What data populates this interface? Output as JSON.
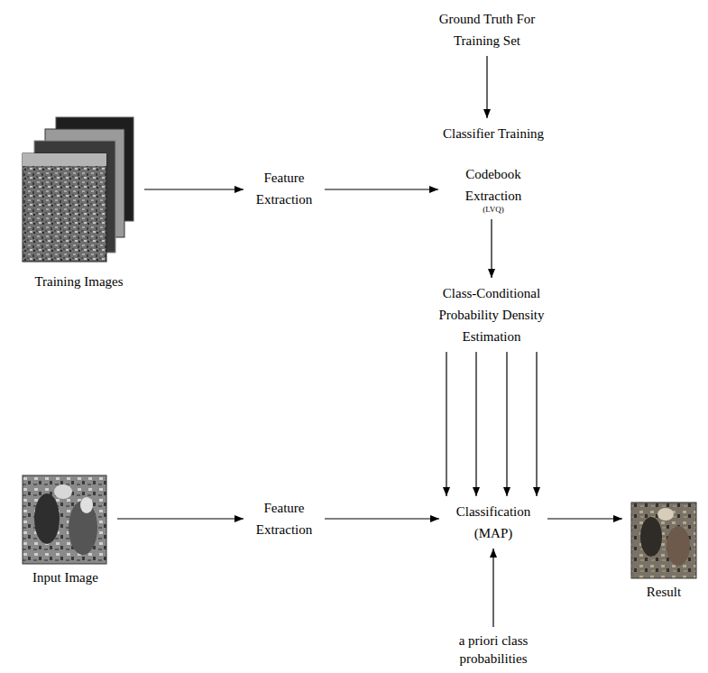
{
  "diagram": {
    "nodes": [
      {
        "text": [
          "Ground Truth For Training Set"
        ]
      },
      {
        "text": [
          "Classifier Training",
          "Codebook Extraction",
          "(LVQ)"
        ]
      },
      {
        "text": [
          "Training Images"
        ]
      },
      {
        "text": [
          "Feature Extraction"
        ]
      },
      {
        "text": [
          "Class-Conditional Probability Density Estimation"
        ]
      },
      {
        "text": [
          "Input Image"
        ]
      },
      {
        "text": [
          "Feature Extraction"
        ]
      },
      {
        "text": [
          "Classification (MAP)"
        ]
      },
      {
        "text": [
          "Result"
        ]
      },
      {
        "text": [
          "a priori class probabilities"
        ]
      }
    ],
    "edges": [
      {
        "from": 0,
        "to": 1,
        "arrow": "to"
      },
      {
        "from": 2,
        "to": 3,
        "arrow": "to"
      },
      {
        "from": 3,
        "to": 1,
        "arrow": "to"
      },
      {
        "from": 1,
        "to": 4,
        "arrow": "to"
      },
      {
        "from": 4,
        "to": 7,
        "arrow": "to"
      },
      {
        "from": 4,
        "to": 7,
        "arrow": "to"
      },
      {
        "from": 4,
        "to": 7,
        "arrow": "to"
      },
      {
        "from": 4,
        "to": 7,
        "arrow": "to"
      },
      {
        "from": 5,
        "to": 6,
        "arrow": "to"
      },
      {
        "from": 6,
        "to": 7,
        "arrow": "to"
      },
      {
        "from": 7,
        "to": 8,
        "arrow": "to"
      },
      {
        "from": 9,
        "to": 7,
        "arrow": "to"
      }
    ]
  }
}
